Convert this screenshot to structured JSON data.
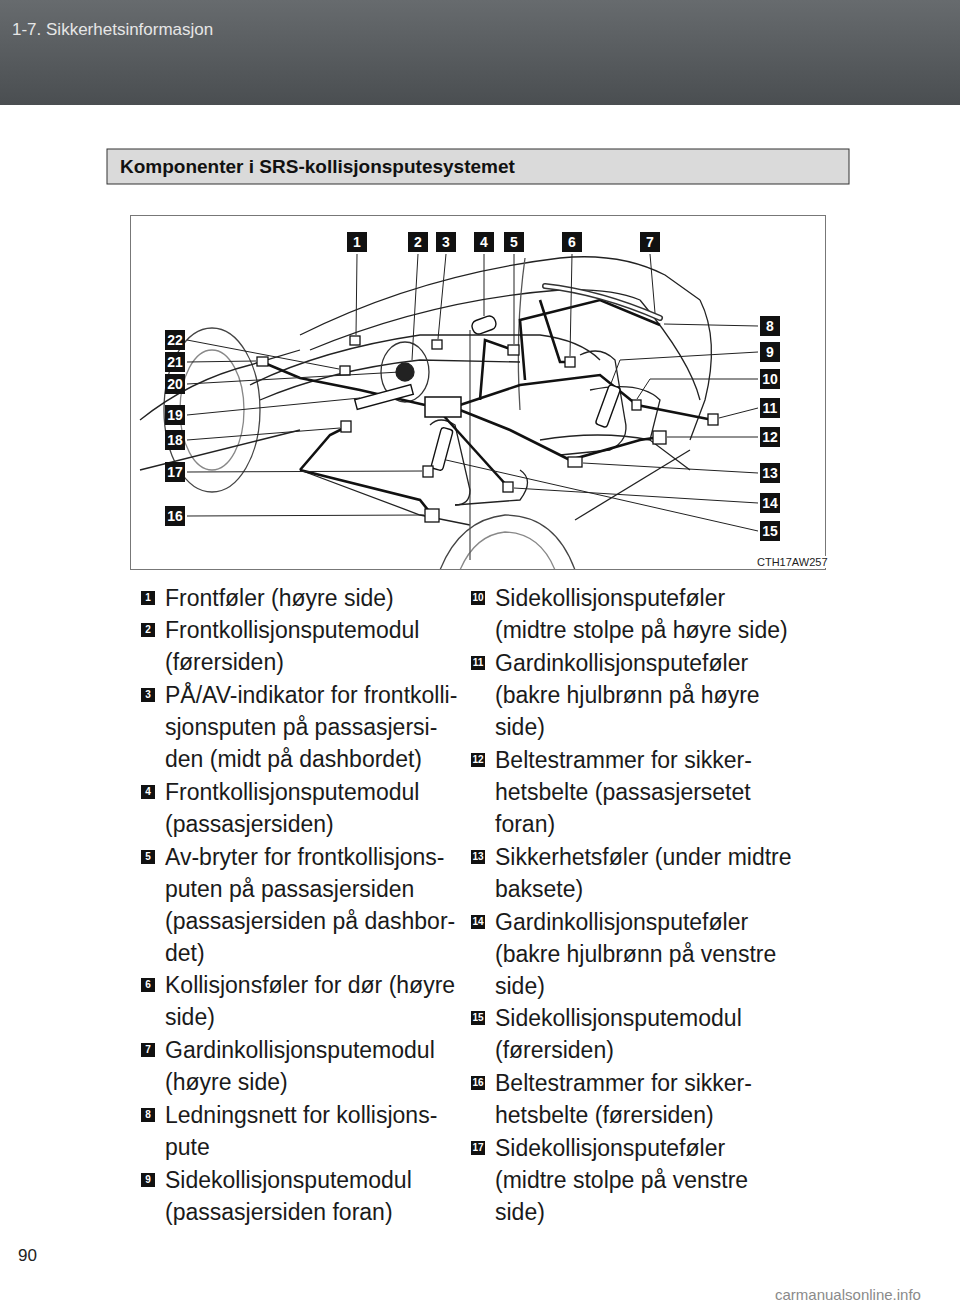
{
  "diagram": {
    "title": "Komponenter i SRS-kollisjonsputesystemet",
    "labels": [
      "1-7. Sikkerhetsinformasjon",
      "1",
      "2",
      "3",
      "4",
      "5",
      "6",
      "7",
      "8",
      "9",
      "10",
      "11",
      "12",
      "13",
      "14",
      "15",
      "16",
      "17",
      "18",
      "19",
      "20",
      "21",
      "22",
      "1",
      "Frontføler (høyre side)",
      "2",
      "Frontkollisjonsputemodul (førersiden)",
      "3",
      "PÅ/AV-indikator for frontkolli- sjonsputen på passasjersi- den (midt på dashbordet)",
      "4",
      "Frontkollisjonsputemodul (passasjersiden)",
      "5",
      "Av-bryter for frontkollisjons- puten på passasjersiden (passasjersiden på dashbor- det)",
      "6",
      "Kollisjonsføler for dør (høyre side)",
      "7",
      "Gardinkollisjonsputemodul (høyre side)",
      "8",
      "Ledningsnett for kollisjons- pute",
      "9",
      "Sidekollisjonsputemodul (passasjersiden foran)",
      "10",
      "Sidekollisjonsputeføler (midtre stolpe på høyre side)",
      "11",
      "Gardinkollisjonsputeføler (bakre hjulbrønn på høyre side)",
      "12",
      "Beltestrammer for sikker- hetsbelte (passasjersetet foran)",
      "13",
      "Sikkerhetsføler (under midtre baksete)",
      "14",
      "Gardinkollisjonsputeføler (bakre hjulbrønn på venstre side)",
      "15",
      "Sidekollisjonsputemodul (førersiden)",
      "16",
      "Beltestrammer for sikker- hetsbelte (førersiden)",
      "17",
      "Sidekollisjonsputeføler (midtre stolpe på venstre side)",
      "CTH17AW257",
      "90",
      "carmanualsonline.info"
    ]
  }
}
